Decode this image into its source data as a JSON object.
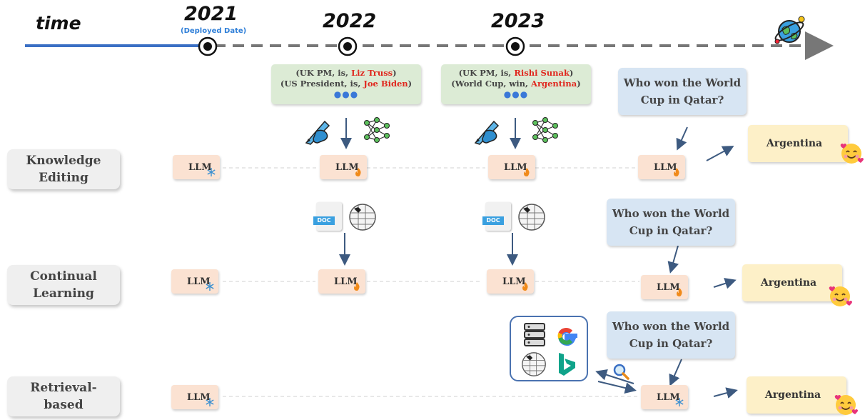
{
  "timeline": {
    "axis_label": "time",
    "years": [
      "2021",
      "2022",
      "2023"
    ],
    "deployed_note": "(Deployed Date)"
  },
  "rows": [
    {
      "label_line1": "Knowledge",
      "label_line2": "Editing"
    },
    {
      "label_line1": "Continual",
      "label_line2": "Learning"
    },
    {
      "label_line1": "Retrieval-",
      "label_line2": "based"
    }
  ],
  "llm_label": "LLM",
  "facts": [
    {
      "line1_pre": "(UK PM, is, ",
      "line1_red": "Liz Truss",
      "line1_post": ")",
      "line2_pre": "(US President, is, ",
      "line2_red": "Joe Biden",
      "line2_post": ")"
    },
    {
      "line1_pre": "(UK PM, is, ",
      "line1_red": "Rishi Sunak",
      "line1_post": ")",
      "line2_pre": "(World Cup, win, ",
      "line2_red": "Argentina",
      "line2_post": ")"
    }
  ],
  "facts_ellipsis": "●●●",
  "query": {
    "line1": "Who won the World",
    "line2": "Cup in Qatar?"
  },
  "answer": "Argentina",
  "doc_tag": "DOC",
  "colors": {
    "timeline_solid": "#3a6fc4",
    "timeline_dashed": "#777777",
    "fact_highlight": "#e0261d",
    "llm_box": "#fbe2d2",
    "query_box": "#d7e5f3",
    "answer_box": "#fdf0c8",
    "fact_box": "#dcebd5"
  },
  "icons": [
    "globe-icon",
    "pen-hand-icon",
    "neural-network-icon",
    "doc-file-icon",
    "wikipedia-icon",
    "database-icon",
    "google-icon",
    "bing-icon",
    "magnifier-icon",
    "snowflake-icon",
    "flame-icon",
    "smiling-face-icon"
  ]
}
